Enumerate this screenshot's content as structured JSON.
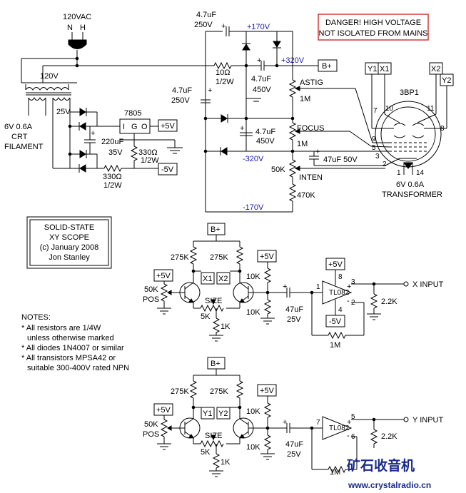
{
  "warning": {
    "line1": "DANGER! HIGH VOLTAGE",
    "line2": "NOT ISOLATED FROM MAINS"
  },
  "title_box": {
    "line1": "SOLID-STATE",
    "line2": "XY SCOPE",
    "line3": "(c) January 2008",
    "line4": "Jon Stanley"
  },
  "notes": {
    "heading": "NOTES:",
    "items": [
      "* All resistors are 1/4W",
      "unless otherwise marked",
      "* All diodes 1N4007 or similar",
      "* All transistors MPSA42 or",
      "suitable 300-400V rated NPN"
    ]
  },
  "mains": {
    "voltage": "120VAC",
    "pin_n": "N",
    "pin_h": "H"
  },
  "transformer": {
    "primary": "120V",
    "secondary": "25V",
    "filament_line1": "6V 0.6A",
    "filament_line2": "CRT",
    "filament_line3": "FILAMENT"
  },
  "regulator": {
    "part": "7805",
    "pin_i": "I",
    "pin_g": "G",
    "pin_o": "O"
  },
  "psu_low": {
    "cap_value": "220uF",
    "cap_voltage": "35V",
    "res_top_value": "330Ω",
    "res_top_power": "1/2W",
    "res_bot_value": "330Ω",
    "res_bot_power": "1/2W",
    "plus5": "+5V",
    "minus5": "-5V"
  },
  "hv": {
    "cap_top_value": "4.7uF",
    "cap_top_voltage": "250V",
    "cap_left_value": "4.7uF",
    "cap_left_voltage": "250V",
    "res_value": "10Ω",
    "res_power": "1/2W",
    "cap_mid_value": "4.7uF",
    "cap_mid_voltage": "450V",
    "cap_low_value": "4.7uF",
    "cap_low_voltage": "450V",
    "rail_p170": "+170V",
    "rail_p320": "+320V",
    "rail_n320": "-320V",
    "rail_n170": "-170V",
    "bplus": "B+",
    "astig": "ASTIG",
    "astig_value": "1M",
    "focus": "FOCUS",
    "focus_value": "1M",
    "inten": "INTEN",
    "inten_value": "50K",
    "res_bottom": "470K",
    "cap_grid_value": "47uF 50V"
  },
  "crt": {
    "type": "3BP1",
    "x1": "X1",
    "x2": "X2",
    "y1": "Y1",
    "y2": "Y2",
    "pins": [
      "7",
      "10",
      "11",
      "8",
      "9",
      "5",
      "3",
      "2",
      "1",
      "14"
    ],
    "filament_line1": "6V 0.6A",
    "filament_line2": "TRANSFORMER"
  },
  "x_stage": {
    "bplus": "B+",
    "r_left": "275K",
    "r_right": "275K",
    "x1": "X1",
    "x2": "X2",
    "pos_supply": "+5V",
    "pos_value": "50K",
    "pos_label": "POS",
    "size": "SIZE",
    "size_pot": "5K",
    "r_emitter": "1K",
    "div_supply": "+5V",
    "div_top": "10K",
    "div_bot": "10K",
    "cap_value": "47uF",
    "cap_voltage": "25V",
    "opamp": "TL082",
    "pin_1": "1",
    "pin_2": "2",
    "pin_3": "3",
    "pin_4": "4",
    "pin_8": "8",
    "vplus": "+5V",
    "vminus": "-5V",
    "feedback": "1M",
    "r_input": "2.2K",
    "input": "X INPUT"
  },
  "y_stage": {
    "bplus": "B+",
    "r_left": "275K",
    "r_right": "275K",
    "y1": "Y1",
    "y2": "Y2",
    "pos_supply": "+5V",
    "pos_value": "50K",
    "pos_label": "POS",
    "size": "SIZE",
    "size_pot": "5K",
    "r_emitter": "1K",
    "div_supply": "+5V",
    "div_top": "10K",
    "div_bot": "10K",
    "cap_value": "47uF",
    "cap_voltage": "25V",
    "opamp": "TL082",
    "pin_5": "5",
    "pin_6": "6",
    "pin_7": "7",
    "feedback": "1M",
    "r_input": "2.2K",
    "input": "Y INPUT"
  },
  "watermark": {
    "chinese": "矿石收音机",
    "url": "www.crystalradio.cn"
  },
  "colors": {
    "wire": "#000000",
    "rail_label": "#1a1ab4",
    "danger_border": "#d01818",
    "watermark": "#1a2a8c"
  }
}
